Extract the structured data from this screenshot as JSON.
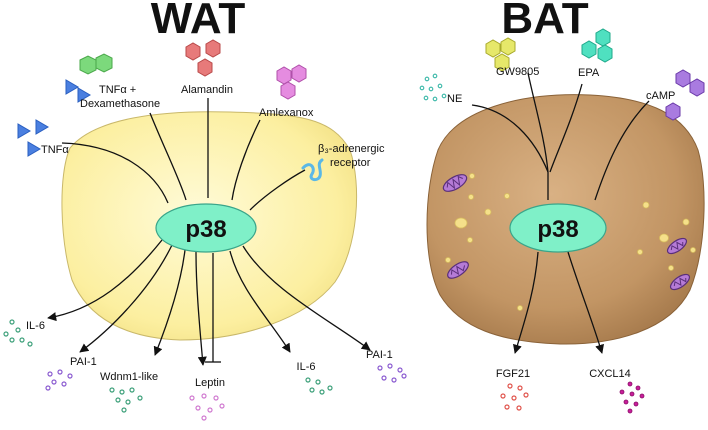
{
  "colors": {
    "wat_fill": "#fdf3a8",
    "bat_fill": "#c49766",
    "p38_fill": "#7ff0c8",
    "arrow": "#111111",
    "tnf": "#4a7fe0",
    "green_hex": "#7cd97c",
    "red_hex": "#e77a7a",
    "pink_hex": "#e58ce0",
    "yellow_hex": "#e6e86a",
    "teal_hex": "#4fe0c0",
    "purple_hex": "#a97be0",
    "receptor": "#5ab8e6"
  },
  "wat": {
    "title": "WAT",
    "node": "p38",
    "inputs": {
      "tnfa": "TNFα",
      "tnfa_dexa_line1": "TNFα +",
      "tnfa_dexa_line2": "Dexamethasone",
      "alamandin": "Alamandin",
      "amlexanox": "Amlexanox",
      "receptor_line1": "β₃-adrenergic",
      "receptor_line2": "receptor"
    },
    "outputs": {
      "il6_left": "IL-6",
      "pai1_left": "PAI-1",
      "wdnm1": "Wdnm1-like",
      "leptin": "Leptin",
      "il6_right": "IL-6",
      "pai1_right": "PAI-1"
    }
  },
  "bat": {
    "title": "BAT",
    "node": "p38",
    "inputs": {
      "ne": "NE",
      "gw9805": "GW9805",
      "epa": "EPA",
      "camp": "cAMP"
    },
    "outputs": {
      "fgf21": "FGF21",
      "cxcl14": "CXCL14"
    }
  }
}
